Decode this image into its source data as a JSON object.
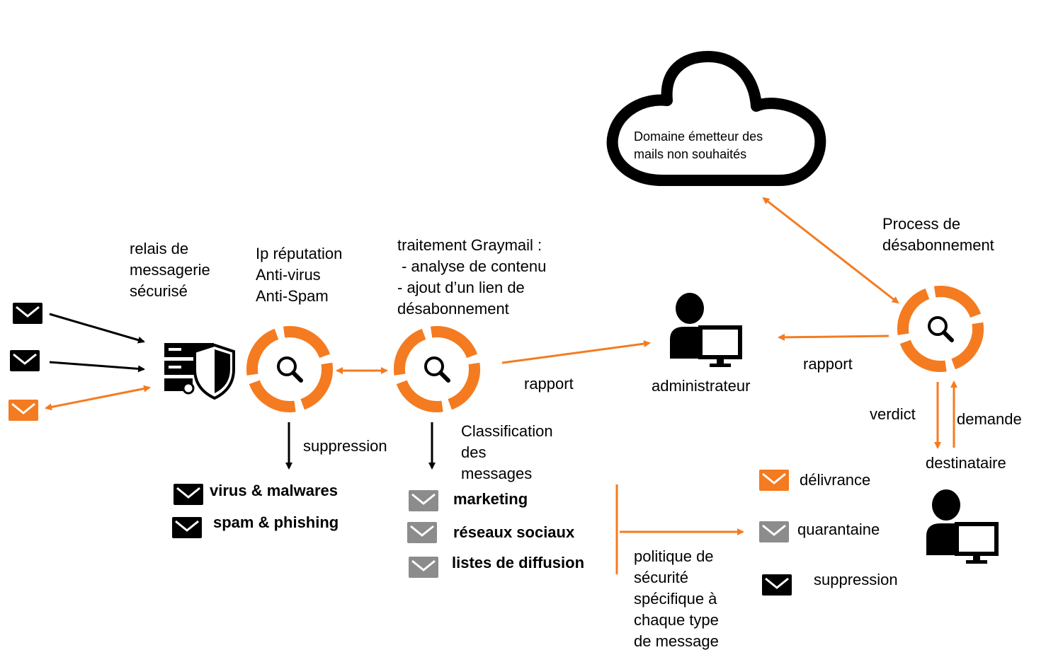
{
  "colors": {
    "orange": "#f47b20",
    "black": "#000000",
    "gray": "#8c8c8c",
    "white": "#ffffff"
  },
  "cloud": {
    "line1": "Domaine émetteur des",
    "line2": "mails non souhaités"
  },
  "relay": {
    "line1": "relais de",
    "line2": "messagerie",
    "line3": "sécurisé"
  },
  "filters": {
    "line1": "Ip réputation",
    "line2": "Anti-virus",
    "line3": "Anti-Spam"
  },
  "graymail": {
    "line1": "traitement Graymail :",
    "line2": " - analyse de contenu",
    "line3": "- ajout d’un lien de",
    "line4": "désabonnement"
  },
  "unsubscribe": {
    "line1": "Process de",
    "line2": "désabonnement"
  },
  "labels": {
    "rapport_left": "rapport",
    "rapport_right": "rapport",
    "administrateur": "administrateur",
    "suppression_top": "suppression",
    "verdict": "verdict",
    "demande": "demande",
    "destinataire": "destinataire"
  },
  "classification": {
    "line1": "Classification",
    "line2": "des",
    "line3": "messages"
  },
  "blocked": [
    "virus & malwares",
    "spam & phishing"
  ],
  "categories": [
    "marketing",
    "réseaux sociaux",
    "listes de diffusion"
  ],
  "policy": {
    "line1": "politique de",
    "line2": "sécurité",
    "line3": "spécifique à",
    "line4": "chaque type",
    "line5": "de message"
  },
  "outcomes": [
    "délivrance",
    "quarantaine",
    "suppression"
  ],
  "icons": {
    "envelope": "envelope-icon",
    "server": "server-shield-icon",
    "process": "magnifier-cycle-icon",
    "user": "user-computer-icon",
    "cloud": "cloud-icon"
  }
}
